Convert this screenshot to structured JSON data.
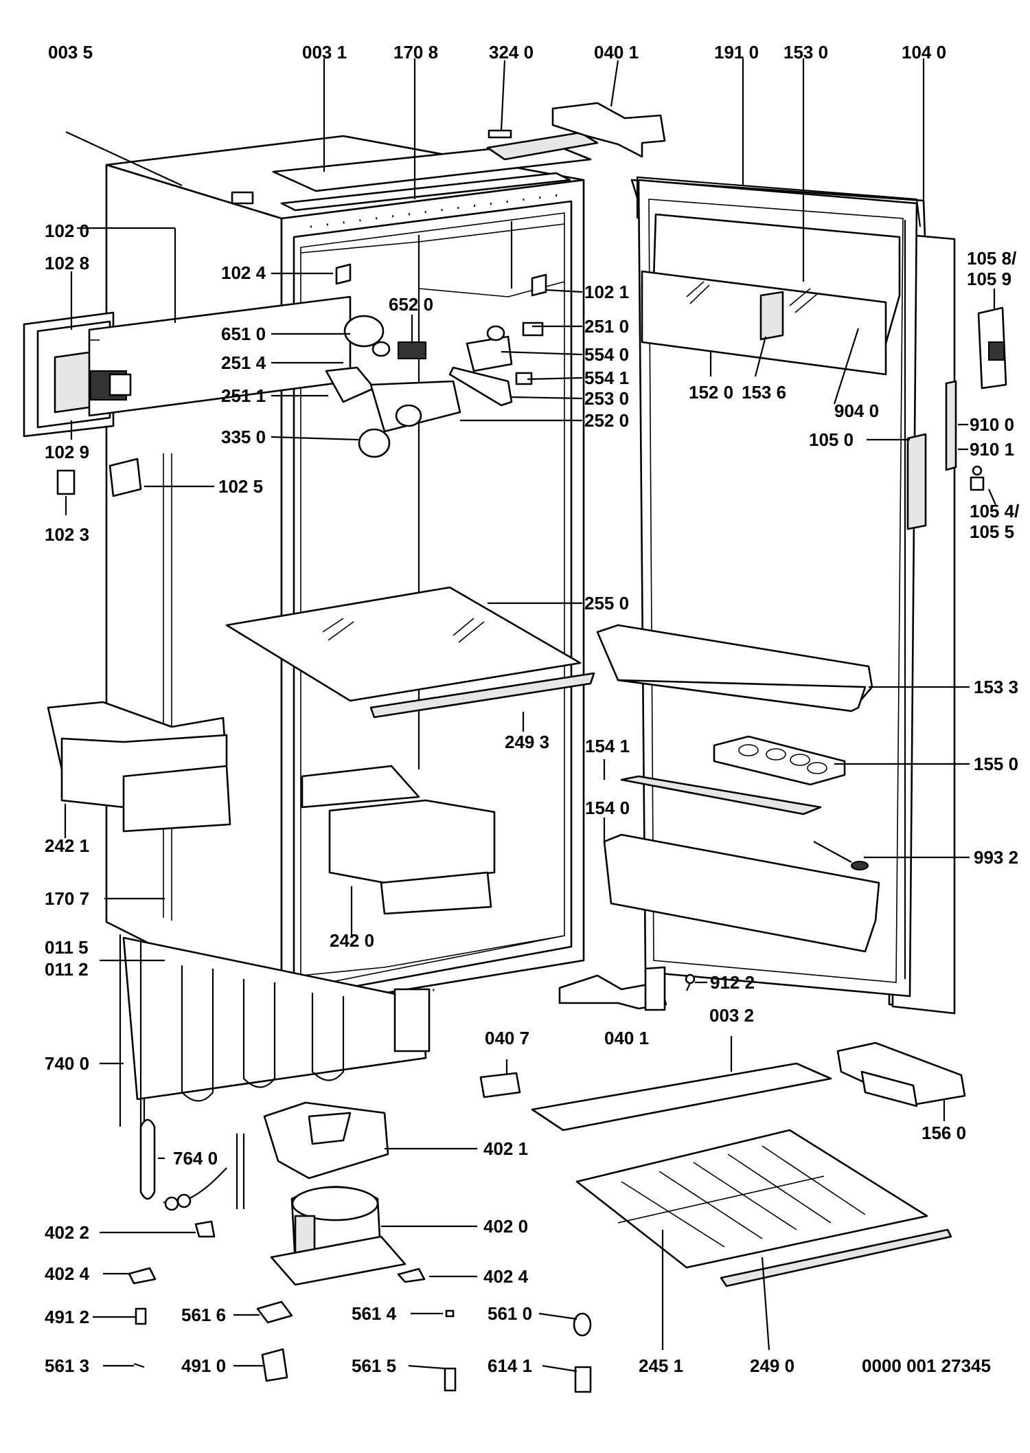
{
  "diagram": {
    "callouts": [
      {
        "id": "c-0035a",
        "text": "003 5"
      },
      {
        "id": "c-0031",
        "text": "003 1"
      },
      {
        "id": "c-1708",
        "text": "170 8"
      },
      {
        "id": "c-3240",
        "text": "324 0"
      },
      {
        "id": "c-0401a",
        "text": "040 1"
      },
      {
        "id": "c-1910",
        "text": "191 0"
      },
      {
        "id": "c-1530",
        "text": "153 0"
      },
      {
        "id": "c-1040",
        "text": "104 0"
      },
      {
        "id": "c-1058",
        "text": "105 8/"
      },
      {
        "id": "c-1059",
        "text": "105 9"
      },
      {
        "id": "c-1020",
        "text": "102 0"
      },
      {
        "id": "c-1028",
        "text": "102 8"
      },
      {
        "id": "c-1024",
        "text": "102 4"
      },
      {
        "id": "c-1021",
        "text": "102 1"
      },
      {
        "id": "c-6520",
        "text": "652 0"
      },
      {
        "id": "c-6510",
        "text": "651 0"
      },
      {
        "id": "c-2510",
        "text": "251 0"
      },
      {
        "id": "c-2514",
        "text": "251 4"
      },
      {
        "id": "c-5540",
        "text": "554 0"
      },
      {
        "id": "c-5541",
        "text": "554 1"
      },
      {
        "id": "c-2511",
        "text": "251 1"
      },
      {
        "id": "c-2530",
        "text": "253 0"
      },
      {
        "id": "c-1520",
        "text": "152 0"
      },
      {
        "id": "c-1536",
        "text": "153 6"
      },
      {
        "id": "c-9040",
        "text": "904 0"
      },
      {
        "id": "c-3350",
        "text": "335 0"
      },
      {
        "id": "c-2520",
        "text": "252 0"
      },
      {
        "id": "c-9100",
        "text": "910 0"
      },
      {
        "id": "c-1050",
        "text": "105 0"
      },
      {
        "id": "c-9101",
        "text": "910 1"
      },
      {
        "id": "c-1029",
        "text": "102 9"
      },
      {
        "id": "c-1025",
        "text": "102 5"
      },
      {
        "id": "c-1054",
        "text": "105 4/"
      },
      {
        "id": "c-1055",
        "text": "105 5"
      },
      {
        "id": "c-1023",
        "text": "102 3"
      },
      {
        "id": "c-2550",
        "text": "255 0"
      },
      {
        "id": "c-1533",
        "text": "153 3"
      },
      {
        "id": "c-2493",
        "text": "249 3"
      },
      {
        "id": "c-1541",
        "text": "154 1"
      },
      {
        "id": "c-1550",
        "text": "155 0"
      },
      {
        "id": "c-1540",
        "text": "154 0"
      },
      {
        "id": "c-2421",
        "text": "242 1"
      },
      {
        "id": "c-9932",
        "text": "993 2"
      },
      {
        "id": "c-1707",
        "text": "170 7"
      },
      {
        "id": "c-2420",
        "text": "242 0"
      },
      {
        "id": "c-0115",
        "text": "011 5"
      },
      {
        "id": "c-0112",
        "text": "011 2"
      },
      {
        "id": "c-9122",
        "text": "912 2"
      },
      {
        "id": "c-0032",
        "text": "003 2"
      },
      {
        "id": "c-0407",
        "text": "040 7"
      },
      {
        "id": "c-0401b",
        "text": "040 1"
      },
      {
        "id": "c-7400",
        "text": "740 0"
      },
      {
        "id": "c-1560",
        "text": "156 0"
      },
      {
        "id": "c-7640",
        "text": "764 0"
      },
      {
        "id": "c-4021",
        "text": "402 1"
      },
      {
        "id": "c-4022",
        "text": "402 2"
      },
      {
        "id": "c-4020",
        "text": "402 0"
      },
      {
        "id": "c-4024a",
        "text": "402 4"
      },
      {
        "id": "c-4024b",
        "text": "402 4"
      },
      {
        "id": "c-4912",
        "text": "491 2"
      },
      {
        "id": "c-5616",
        "text": "561 6"
      },
      {
        "id": "c-5614",
        "text": "561 4"
      },
      {
        "id": "c-5610",
        "text": "561 0"
      },
      {
        "id": "c-5613",
        "text": "561 3"
      },
      {
        "id": "c-4910",
        "text": "491 0"
      },
      {
        "id": "c-5615",
        "text": "561 5"
      },
      {
        "id": "c-6141",
        "text": "614 1"
      },
      {
        "id": "c-2451",
        "text": "245 1"
      },
      {
        "id": "c-2490",
        "text": "249 0"
      }
    ],
    "document_id": "0000 001 27345"
  }
}
